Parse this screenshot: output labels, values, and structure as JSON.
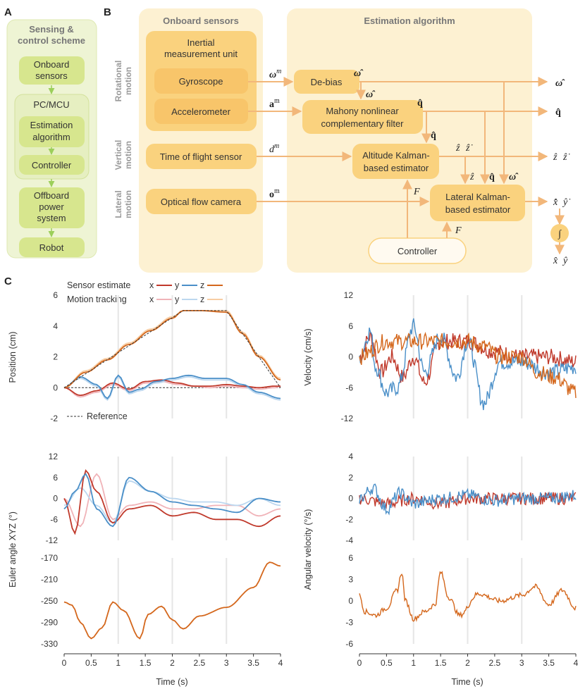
{
  "panels": {
    "a": "A",
    "b": "B",
    "c": "C"
  },
  "scheme": {
    "title_line1": "Sensing &",
    "title_line2": "control scheme",
    "onboard_line1": "Onboard",
    "onboard_line2": "sensors",
    "pcmcu": "PC/MCU",
    "estimation_line1": "Estimation",
    "estimation_line2": "algorithm",
    "controller": "Controller",
    "offboard_line1": "Offboard",
    "offboard_line2": "power",
    "offboard_line3": "system",
    "robot": "Robot"
  },
  "diagram": {
    "onboard_title": "Onboard sensors",
    "estimation_title": "Estimation algorithm",
    "imu_line1": "Inertial",
    "imu_line2": "measurement unit",
    "gyroscope": "Gyroscope",
    "accelerometer": "Accelerometer",
    "tof": "Time of flight sensor",
    "optical": "Optical flow camera",
    "debias": "De-bias",
    "mahony_line1": "Mahony nonlinear",
    "mahony_line2": "complementary filter",
    "altitude_line1": "Altitude Kalman-",
    "altitude_line2": "based estimator",
    "lateral_line1": "Lateral Kalman-",
    "lateral_line2": "based estimator",
    "controller": "Controller",
    "integral": "∫",
    "rot_line1": "Rotational",
    "rot_line2": "motion",
    "vert_line1": "Vertical",
    "vert_line2": "motion",
    "lat_line1": "Lateral",
    "lat_line2": "motion",
    "sym_omega_m": "ω",
    "sym_a_m": "a",
    "sym_d_m": "d",
    "sym_o_m": "o",
    "sup_m": "m",
    "sym_omega_hat": "ω̂",
    "sym_q_hat": "q̂",
    "sym_z_hat": "ẑ",
    "sym_zdot_hat": "ẑ̇",
    "sym_xdot_hat": "x̂̇",
    "sym_ydot_hat": "ŷ̇",
    "sym_x_hat": "x̂",
    "sym_y_hat": "ŷ",
    "sym_F": "F"
  },
  "legend": {
    "sensor_estimate": "Sensor estimate",
    "motion_tracking": "Motion tracking",
    "x": "x",
    "y": "y",
    "z": "z",
    "reference": "Reference"
  },
  "colors": {
    "x_est": "#c0392b",
    "y_est": "#4a8fc8",
    "z_est": "#d4671c",
    "x_mt": "#f0b3b8",
    "y_mt": "#bcd7ef",
    "z_mt": "#f7cda3",
    "arrow": "#f2b77a",
    "node": "#fad27e",
    "node_dark": "#f8c56a",
    "box_bg": "#fdf1d2",
    "scheme_node": "#d7e68e",
    "scheme_bg": "#eef4d4"
  },
  "chart_data": [
    {
      "type": "line",
      "ylabel": "Position (cm)",
      "xlim": [
        0,
        4
      ],
      "ylim": [
        -2,
        6
      ],
      "yticks": [
        "6",
        "4",
        "2",
        "0",
        "-2"
      ],
      "series": [
        {
          "name": "Sensor estimate x",
          "x": [
            0,
            0.3,
            0.6,
            0.9,
            1.2,
            1.5,
            1.8,
            2.1,
            2.4,
            2.7,
            3.0,
            3.3,
            3.6,
            3.9,
            4.0
          ],
          "values": [
            0,
            -0.5,
            -0.2,
            0.3,
            -0.1,
            0.4,
            0.5,
            0.3,
            0.1,
            0.1,
            0.2,
            0.1,
            0,
            0.1,
            0.1
          ]
        },
        {
          "name": "Sensor estimate y",
          "x": [
            0,
            0.3,
            0.6,
            0.8,
            1.0,
            1.2,
            1.4,
            1.7,
            2.0,
            2.3,
            2.6,
            3.0,
            3.3,
            3.6,
            4.0
          ],
          "values": [
            0,
            0.7,
            0.2,
            -0.7,
            0.8,
            -0.3,
            -0.1,
            0.4,
            0.6,
            0.8,
            0.6,
            0.6,
            0.2,
            -0.3,
            -0.7
          ]
        },
        {
          "name": "Sensor estimate z",
          "x": [
            0,
            0.4,
            0.8,
            1.2,
            1.6,
            2.0,
            2.2,
            2.5,
            3.0,
            3.3,
            3.6,
            4.0
          ],
          "values": [
            0,
            1.0,
            1.8,
            2.8,
            3.7,
            4.5,
            5.0,
            5.0,
            4.9,
            3.5,
            2.0,
            0.5
          ]
        },
        {
          "name": "Motion tracking x",
          "x": [
            0,
            0.3,
            0.6,
            0.9,
            1.2,
            1.5,
            1.8,
            2.1,
            2.4,
            2.7,
            3.0,
            3.3,
            3.6,
            3.9,
            4.0
          ],
          "values": [
            0,
            -0.6,
            -0.3,
            0.2,
            -0.2,
            0.3,
            0.4,
            0.2,
            0.1,
            0,
            0.1,
            0,
            -0.1,
            0,
            0.1
          ]
        },
        {
          "name": "Motion tracking y",
          "x": [
            0,
            0.3,
            0.6,
            0.8,
            1.0,
            1.2,
            1.4,
            1.7,
            2.0,
            2.3,
            2.6,
            3.0,
            3.3,
            3.6,
            4.0
          ],
          "values": [
            0,
            0.6,
            0.1,
            -0.8,
            0.7,
            -0.4,
            -0.2,
            0.3,
            0.5,
            0.7,
            0.5,
            0.5,
            0.1,
            -0.4,
            -0.8
          ]
        },
        {
          "name": "Motion tracking z",
          "x": [
            0,
            0.4,
            0.8,
            1.2,
            1.6,
            2.0,
            2.2,
            2.5,
            3.0,
            3.3,
            3.6,
            4.0
          ],
          "values": [
            0,
            1.1,
            1.9,
            2.9,
            3.8,
            4.6,
            5.0,
            5.0,
            5.0,
            3.6,
            2.1,
            0.6
          ]
        },
        {
          "name": "Reference",
          "x": [
            0,
            2.2,
            3.0,
            4.0
          ],
          "values": [
            0,
            5,
            5,
            0
          ]
        }
      ]
    },
    {
      "type": "line",
      "ylabel": "Velocity (cm/s)",
      "xlim": [
        0,
        4
      ],
      "ylim": [
        -12,
        12
      ],
      "yticks": [
        "12",
        "6",
        "0",
        "-6",
        "-12"
      ],
      "series": [
        {
          "name": "Sensor estimate x",
          "x": [
            0,
            0.2,
            0.4,
            0.6,
            0.8,
            1.0,
            1.2,
            1.5,
            2.0,
            2.5,
            3.0,
            3.5,
            4.0
          ],
          "values": [
            0,
            4,
            -3,
            0,
            -4,
            0,
            -5,
            3,
            3,
            1,
            0,
            0,
            -1
          ]
        },
        {
          "name": "Sensor estimate y",
          "x": [
            0,
            0.2,
            0.3,
            0.5,
            0.7,
            1.0,
            1.2,
            1.5,
            1.8,
            2.0,
            2.3,
            2.6,
            3.0,
            3.5,
            4.0
          ],
          "values": [
            0,
            5,
            -2,
            -7,
            -6,
            6,
            -3,
            4,
            -4,
            3,
            -9,
            -1,
            -1,
            -3,
            -2
          ]
        },
        {
          "name": "Sensor estimate z",
          "x": [
            0,
            0.5,
            1.0,
            1.5,
            2.0,
            2.3,
            2.6,
            3.0,
            3.3,
            3.6,
            4.0
          ],
          "values": [
            0,
            3,
            3,
            3,
            3,
            2,
            0,
            0,
            -3,
            -4,
            -7
          ]
        }
      ]
    },
    {
      "type": "line",
      "ylabel": "Euler angle XYZ (°)",
      "xlim": [
        0,
        4
      ],
      "ylim": [
        -12,
        12
      ],
      "yticks": [
        "12",
        "6",
        "0",
        "-6",
        "-12"
      ],
      "series": [
        {
          "name": "Sensor estimate x",
          "x": [
            0,
            0.2,
            0.4,
            0.6,
            0.9,
            1.2,
            1.6,
            2.0,
            2.4,
            2.8,
            3.2,
            3.6,
            4.0
          ],
          "values": [
            0,
            -10,
            8,
            2,
            -7,
            -3,
            -2,
            -5,
            -4,
            -6,
            -6,
            -8,
            -5
          ]
        },
        {
          "name": "Sensor estimate y",
          "x": [
            0,
            0.2,
            0.4,
            0.6,
            0.9,
            1.2,
            1.6,
            2.0,
            2.4,
            2.8,
            3.2,
            3.6,
            4.0
          ],
          "values": [
            -3,
            2,
            7,
            -3,
            -8,
            6,
            2,
            -1,
            -2,
            -3,
            -4,
            0,
            -1
          ]
        },
        {
          "name": "Motion tracking x",
          "x": [
            0,
            0.3,
            0.6,
            0.9,
            1.2,
            1.6,
            2.0,
            2.4,
            2.8,
            3.2,
            3.6,
            4.0
          ],
          "values": [
            0,
            -8,
            7,
            -6,
            -2,
            -1,
            -3,
            -3,
            -2,
            -2,
            -5,
            -3
          ]
        },
        {
          "name": "Motion tracking y",
          "x": [
            0,
            0.3,
            0.6,
            0.9,
            1.2,
            1.6,
            2.0,
            2.4,
            2.8,
            3.2,
            3.6,
            4.0
          ],
          "values": [
            -2,
            3,
            -2,
            -7,
            5,
            2,
            0,
            -1,
            -1,
            -2,
            0,
            -2
          ]
        }
      ]
    },
    {
      "type": "line",
      "ylabel": "Angular velocity (°/s)",
      "xlim": [
        0,
        4
      ],
      "ylim": [
        -4,
        4
      ],
      "yticks": [
        "4",
        "2",
        "0",
        "-2",
        "-4"
      ],
      "series": [
        {
          "name": "Sensor estimate x",
          "x": [
            0,
            0.5,
            1.0,
            1.5,
            2.0,
            2.5,
            3.0,
            3.5,
            4.0
          ],
          "values": [
            0,
            -0.5,
            0,
            -0.5,
            0,
            0,
            0,
            0,
            0
          ]
        },
        {
          "name": "Sensor estimate y",
          "x": [
            0,
            0.25,
            0.5,
            0.75,
            1.0,
            1.5,
            2.0,
            2.5,
            3.0,
            3.5,
            4.0
          ],
          "values": [
            0,
            1,
            -1,
            0.5,
            -0.5,
            0,
            0.3,
            -0.2,
            0,
            0,
            0.3
          ]
        }
      ]
    },
    {
      "type": "line",
      "ylabel": "",
      "xlabel": "Time (s)",
      "xlim": [
        0,
        4
      ],
      "ylim": [
        -330,
        -170
      ],
      "yticks": [
        "-170",
        "-210",
        "-250",
        "-290",
        "-330"
      ],
      "xticks": [
        "0",
        "0.5",
        "1",
        "1.5",
        "2",
        "2.5",
        "3",
        "3.5",
        "4"
      ],
      "series": [
        {
          "name": "Sensor estimate z",
          "x": [
            0,
            0.15,
            0.3,
            0.5,
            0.7,
            0.9,
            1.1,
            1.4,
            1.55,
            1.8,
            2.0,
            2.2,
            2.5,
            3.0,
            3.5,
            3.8,
            4.0
          ],
          "values": [
            -252,
            -258,
            -290,
            -320,
            -300,
            -252,
            -268,
            -320,
            -275,
            -260,
            -285,
            -302,
            -278,
            -262,
            -225,
            -178,
            -185
          ]
        }
      ]
    },
    {
      "type": "line",
      "ylabel": "",
      "xlabel": "Time (s)",
      "xlim": [
        0,
        4
      ],
      "ylim": [
        -6,
        6
      ],
      "yticks": [
        "6",
        "3",
        "0",
        "-3",
        "-6"
      ],
      "xticks": [
        "0",
        "0.5",
        "1",
        "1.5",
        "2",
        "2.5",
        "3",
        "3.5",
        "4"
      ],
      "series": [
        {
          "name": "Sensor estimate z",
          "x": [
            0,
            0.1,
            0.3,
            0.5,
            0.7,
            0.78,
            0.85,
            1.0,
            1.2,
            1.4,
            1.5,
            1.65,
            1.85,
            2.2,
            2.6,
            3.0,
            3.25,
            3.5,
            3.75,
            4.0
          ],
          "values": [
            0.8,
            -1.5,
            -2,
            -1,
            1.5,
            4,
            0,
            -2.5,
            -1.5,
            -0.5,
            4,
            0.5,
            -2,
            1,
            0,
            0.8,
            2,
            -0.5,
            1.5,
            -1
          ]
        }
      ]
    }
  ]
}
